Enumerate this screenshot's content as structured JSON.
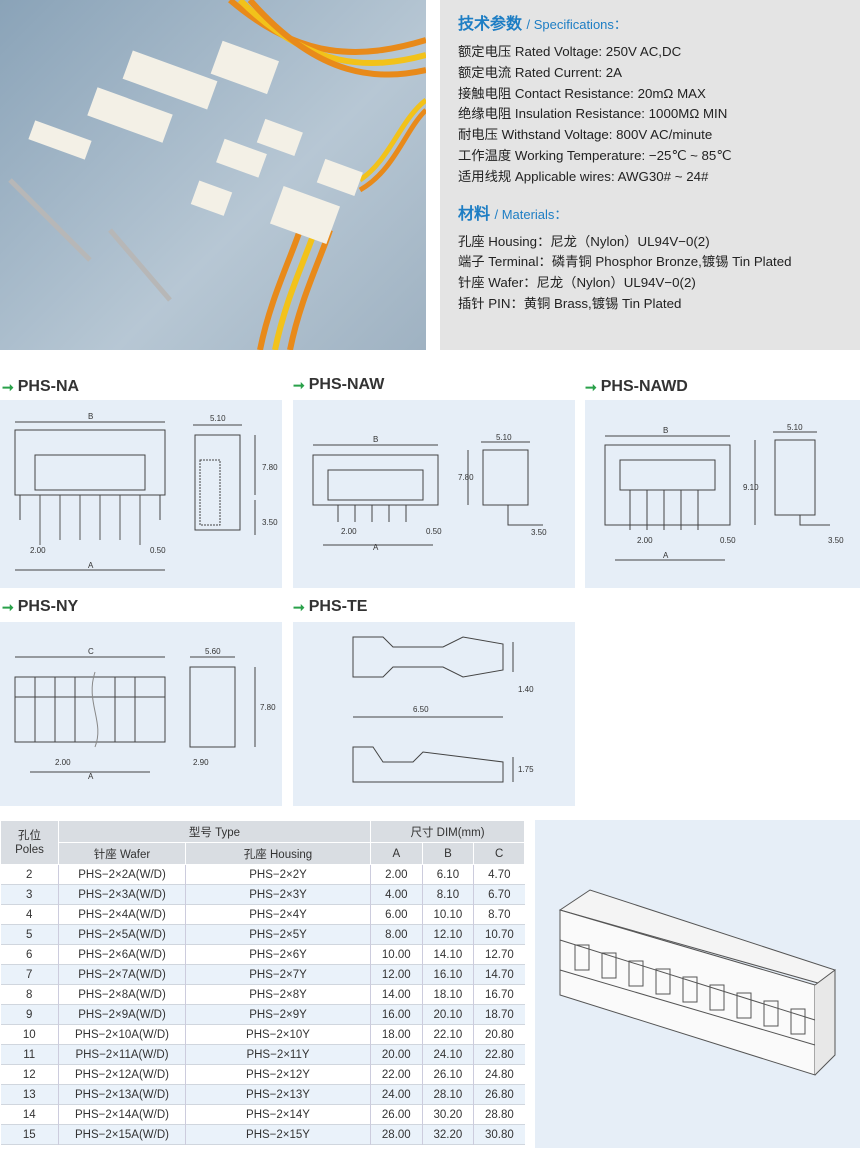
{
  "specs": {
    "heading_cn": "技术参数",
    "heading_en": "/ Specifications：",
    "lines": [
      "额定电压 Rated Voltage: 250V AC,DC",
      "额定电流 Rated Current: 2A",
      "接触电阻 Contact Resistance: 20mΩ MAX",
      "绝缘电阻 Insulation Resistance: 1000MΩ MIN",
      "耐电压 Withstand Voltage: 800V AC/minute",
      "工作温度 Working Temperature: −25℃ ~ 85℃",
      "适用线规 Applicable wires: AWG30# ~ 24#"
    ]
  },
  "materials": {
    "heading_cn": "材料",
    "heading_en": "/ Materials：",
    "lines": [
      "孔座 Housing：尼龙（Nylon）UL94V−0(2)",
      "端子 Terminal：磷青铜 Phosphor Bronze,镀锡 Tin Plated",
      "针座 Wafer：尼龙（Nylon）UL94V−0(2)",
      "插针 PIN：黄铜 Brass,镀锡 Tin Plated"
    ]
  },
  "diagrams": [
    {
      "title": "PHS-NA",
      "dims": [
        "B",
        "5.10",
        "7.80",
        "3.50",
        "2.00",
        "0.50",
        "A"
      ]
    },
    {
      "title": "PHS-NAW",
      "dims": [
        "B",
        "5.10",
        "7.80",
        "2.00",
        "0.50",
        "A",
        "3.50"
      ]
    },
    {
      "title": "PHS-NAWD",
      "dims": [
        "B",
        "5.10",
        "9.10",
        "2.00",
        "0.50",
        "A",
        "3.50"
      ]
    },
    {
      "title": "PHS-NY",
      "dims": [
        "C",
        "5.60",
        "7.80",
        "2.00",
        "A",
        "2.90"
      ]
    },
    {
      "title": "PHS-TE",
      "dims": [
        "6.50",
        "1.40",
        "1.75"
      ]
    }
  ],
  "table": {
    "h_poles": "孔位\nPoles",
    "h_type": "型号 Type",
    "h_dim": "尺寸 DIM(mm)",
    "h_wafer": "针座 Wafer",
    "h_housing": "孔座 Housing",
    "h_a": "A",
    "h_b": "B",
    "h_c": "C",
    "rows": [
      [
        "2",
        "PHS−2×2A(W/D)",
        "PHS−2×2Y",
        "2.00",
        "6.10",
        "4.70"
      ],
      [
        "3",
        "PHS−2×3A(W/D)",
        "PHS−2×3Y",
        "4.00",
        "8.10",
        "6.70"
      ],
      [
        "4",
        "PHS−2×4A(W/D)",
        "PHS−2×4Y",
        "6.00",
        "10.10",
        "8.70"
      ],
      [
        "5",
        "PHS−2×5A(W/D)",
        "PHS−2×5Y",
        "8.00",
        "12.10",
        "10.70"
      ],
      [
        "6",
        "PHS−2×6A(W/D)",
        "PHS−2×6Y",
        "10.00",
        "14.10",
        "12.70"
      ],
      [
        "7",
        "PHS−2×7A(W/D)",
        "PHS−2×7Y",
        "12.00",
        "16.10",
        "14.70"
      ],
      [
        "8",
        "PHS−2×8A(W/D)",
        "PHS−2×8Y",
        "14.00",
        "18.10",
        "16.70"
      ],
      [
        "9",
        "PHS−2×9A(W/D)",
        "PHS−2×9Y",
        "16.00",
        "20.10",
        "18.70"
      ],
      [
        "10",
        "PHS−2×10A(W/D)",
        "PHS−2×10Y",
        "18.00",
        "22.10",
        "20.80"
      ],
      [
        "11",
        "PHS−2×11A(W/D)",
        "PHS−2×11Y",
        "20.00",
        "24.10",
        "22.80"
      ],
      [
        "12",
        "PHS−2×12A(W/D)",
        "PHS−2×12Y",
        "22.00",
        "26.10",
        "24.80"
      ],
      [
        "13",
        "PHS−2×13A(W/D)",
        "PHS−2×13Y",
        "24.00",
        "28.10",
        "26.80"
      ],
      [
        "14",
        "PHS−2×14A(W/D)",
        "PHS−2×14Y",
        "26.00",
        "30.20",
        "28.80"
      ],
      [
        "15",
        "PHS−2×15A(W/D)",
        "PHS−2×15Y",
        "28.00",
        "32.20",
        "30.80"
      ]
    ]
  }
}
